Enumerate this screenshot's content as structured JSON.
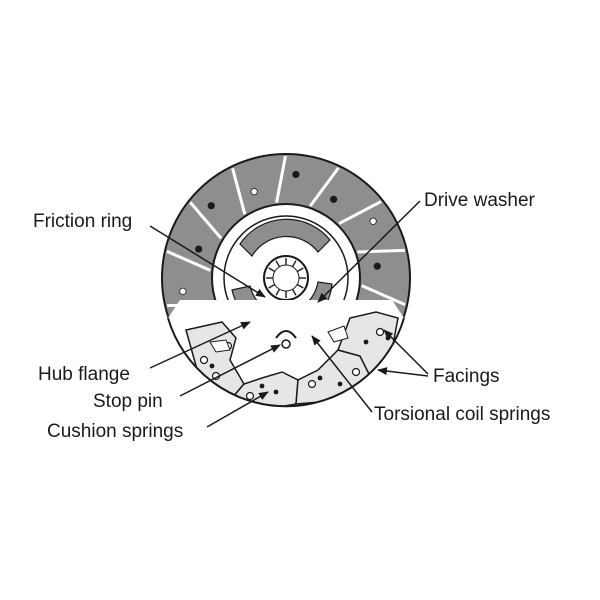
{
  "labels": {
    "friction_ring": "Friction ring",
    "drive_washer": "Drive washer",
    "hub_flange": "Hub flange",
    "stop_pin": "Stop pin",
    "cushion_springs": "Cushion springs",
    "facings": "Facings",
    "torsional_coil_springs": "Torsional coil springs"
  },
  "colors": {
    "line": "#1a1a1a",
    "facing_fill": "#8e8e8e",
    "background": "#ffffff"
  }
}
